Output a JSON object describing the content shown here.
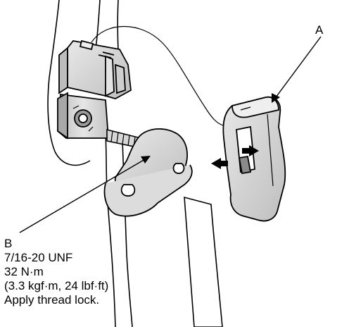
{
  "callouts": {
    "a": "A",
    "b": "B"
  },
  "spec": {
    "thread": "7/16-20 UNF",
    "torque_nm": "32 N·m",
    "torque_alt": "(3.3 kgf·m, 24 lbf·ft)",
    "note": "Apply thread lock."
  },
  "colors": {
    "line": "#000000",
    "fill": "#d9d9d9",
    "dark": "#9a9a9a",
    "background": "#ffffff"
  }
}
